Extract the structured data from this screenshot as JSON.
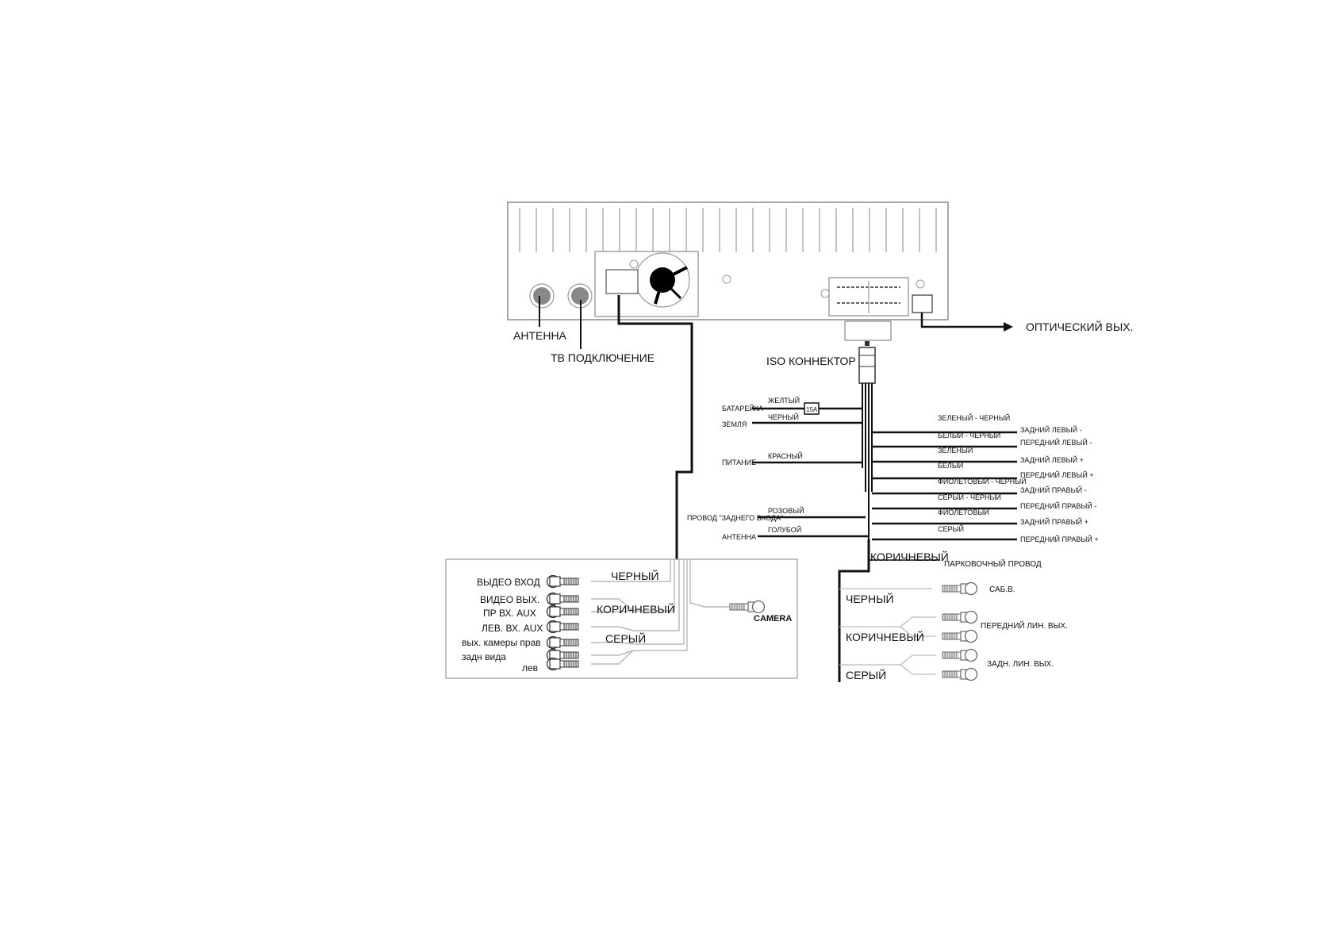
{
  "head_unit": {
    "antenna": "АНТЕННА",
    "tv": "ТВ ПОДКЛЮЧЕНИЕ",
    "optical": "ОПТИЧЕСКИЙ ВЫХ.",
    "iso": "ISO КОННЕКТОР"
  },
  "left_wires": [
    {
      "label": "БАТАРЕЙКА",
      "color": "ЖЕЛТЫЙ"
    },
    {
      "label": "ЗЕМЛЯ",
      "color": "ЧЕРНЫЙ"
    },
    {
      "label": "ПИТАНИЕ",
      "color": "КРАСНЫЙ"
    },
    {
      "label": "ПРОВОД \"ЗАДНЕГО ВХОДА\"",
      "color": "РОЗОВЫЙ"
    },
    {
      "label": "АНТЕННА",
      "color": "ГОЛУБОЙ"
    }
  ],
  "fuse": "15A",
  "speaker_wires": [
    {
      "color": "ЗЕЛЕНЫЙ - ЧЕРНЫЙ",
      "label": "ЗАДНИЙ ЛЕВЫЙ -"
    },
    {
      "color": "БЕЛЫЙ - ЧЕРНЫЙ",
      "label": "ПЕРЕДНИЙ ЛЕВЫЙ -"
    },
    {
      "color": "ЗЕЛЕНЫЙ",
      "label": "ЗАДНИЙ ЛЕВЫЙ +"
    },
    {
      "color": "БЕЛЫЙ",
      "label": "ПЕРЕДНИЙ ЛЕВЫЙ +"
    },
    {
      "color": "ФИОЛЕТОВЫЙ - ЧЕРНЫЙ",
      "label": "ЗАДНИЙ ПРАВЫЙ -"
    },
    {
      "color": "СЕРЫЙ - ЧЕРНЫЙ",
      "label": "ПЕРЕДНИЙ ПРАВЫЙ -"
    },
    {
      "color": "ФИОЛЕТОВЫЙ",
      "label": "ЗАДНИЙ ПРАВЫЙ +"
    },
    {
      "color": "СЕРЫЙ",
      "label": "ПЕРЕДНИЙ ПРАВЫЙ +"
    }
  ],
  "outputs": {
    "brown": "КОРИЧНЕВЫЙ",
    "parking": "ПАРКОВОЧНЫЙ ПРОВОД",
    "black": "ЧЕРНЫЙ",
    "sub": "САБ.В.",
    "brown2": "КОРИЧНЕВЫЙ",
    "front_line": "ПЕРЕДНИЙ ЛИН. ВЫХ.",
    "gray": "СЕРЫЙ",
    "rear_line": "ЗАДН. ЛИН. ВЫХ."
  },
  "av_box": {
    "video_in": "ВЫДЕО ВХОД",
    "video_out": "ВИДЕО ВЫХ.",
    "aux_r": "ПР ВХ. AUX",
    "aux_l": "ЛЕВ. ВХ. AUX",
    "cam_r": "вых. камеры прав",
    "cam_rear": "задн вида",
    "cam_l": "лев",
    "black": "ЧЕРНЫЙ",
    "brown": "КОРИЧНЕВЫЙ",
    "gray": "СЕРЫЙ",
    "camera": "CAMERA"
  }
}
